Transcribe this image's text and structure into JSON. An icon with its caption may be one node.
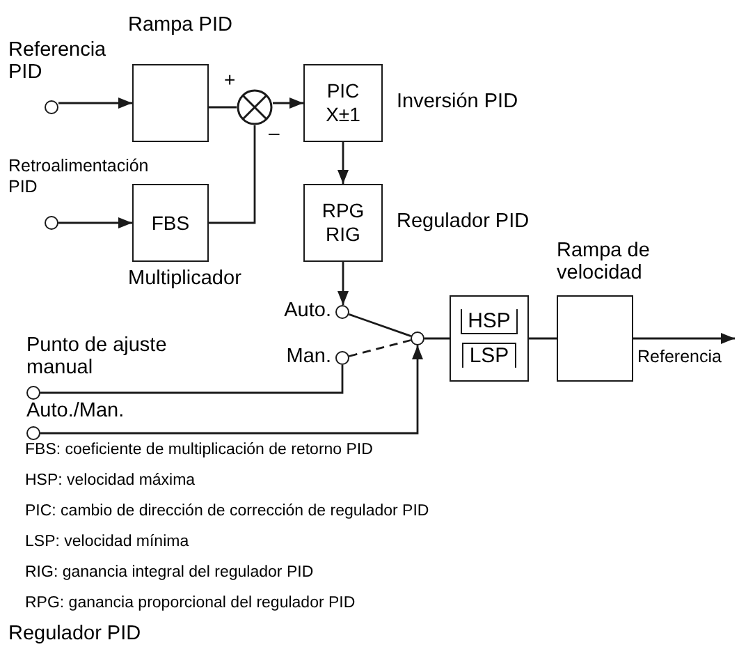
{
  "diagram": {
    "caption": "Regulador PID",
    "nodes": [
      {
        "text": [],
        "shape": "circle",
        "beside": [
          "Referencia PID"
        ]
      },
      {
        "text": [],
        "shape": "box",
        "beside": [
          "Rampa PID"
        ]
      },
      {
        "text": [],
        "shape": "circle"
      },
      {
        "text": [
          "PIC X±1"
        ],
        "beside": [
          "Inversión PID"
        ]
      },
      {
        "text": [],
        "shape": "circle"
      },
      {
        "text": [
          "FBS"
        ],
        "beside": [
          "Multiplicador"
        ]
      },
      {
        "text": [
          "RPG RIG"
        ],
        "beside": [
          "Regulador PID"
        ]
      },
      {
        "text": [],
        "shape": "circle",
        "beside": [
          "Auto."
        ]
      },
      {
        "text": [],
        "shape": "circle",
        "beside": [
          "Man."
        ]
      },
      {
        "text": [],
        "shape": "circle"
      },
      {
        "text": [
          "HSP",
          "LSP"
        ]
      },
      {
        "text": [],
        "shape": "box",
        "beside": [
          "Rampa de velocidad"
        ]
      },
      {
        "text": [],
        "shape": "circle",
        "beside": [
          "Punto de ajuste manual"
        ]
      },
      {
        "text": [],
        "shape": "circle",
        "beside": [
          "Auto./Man."
        ]
      }
    ],
    "edges": [
      {
        "from": 0,
        "to": 1,
        "arrow": "to"
      },
      {
        "from": 1,
        "to": 2,
        "arrow": "none"
      },
      {
        "from": 4,
        "to": 5,
        "arrow": "to"
      },
      {
        "from": 5,
        "to": 2,
        "arrow": "none"
      },
      {
        "from": 2,
        "to": 3,
        "arrow": "to"
      },
      {
        "from": 3,
        "to": 6,
        "arrow": "to"
      },
      {
        "from": 6,
        "to": 7,
        "arrow": "to"
      },
      {
        "from": 7,
        "to": 9,
        "arrow": "none"
      },
      {
        "from": 8,
        "to": 9,
        "arrow": "none",
        "style": "dashed"
      },
      {
        "from": 12,
        "to": 8,
        "arrow": "none"
      },
      {
        "from": 13,
        "to": 9,
        "arrow": "to"
      },
      {
        "from": 9,
        "to": 10,
        "arrow": "none"
      },
      {
        "from": 10,
        "to": 11,
        "arrow": "none"
      },
      {
        "from": 11,
        "to": null,
        "arrow": "to",
        "label": "Referencia"
      }
    ],
    "labels": [
      "+",
      "–",
      "Retroalimentación PID",
      "FBS: coeficiente de multiplicación de retorno PID",
      "HSP: velocidad máxima",
      "PIC: cambio de dirección de corrección de regulador PID",
      "LSP: velocidad mínima",
      "RIG: ganancia integral del regulador PID",
      "RPG: ganancia proporcional del regulador PID"
    ]
  }
}
